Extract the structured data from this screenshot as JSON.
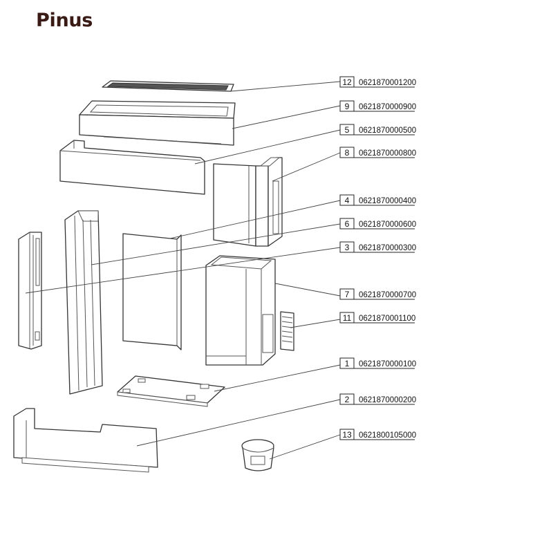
{
  "title": "Pinus",
  "parts": [
    {
      "number": "12",
      "code": "0621870001200"
    },
    {
      "number": "9",
      "code": "0621870000900"
    },
    {
      "number": "5",
      "code": "0621870000500"
    },
    {
      "number": "8",
      "code": "0621870000800"
    },
    {
      "number": "4",
      "code": "0621870000400"
    },
    {
      "number": "6",
      "code": "0621870000600"
    },
    {
      "number": "3",
      "code": "0621870000300"
    },
    {
      "number": "7",
      "code": "0621870000700"
    },
    {
      "number": "11",
      "code": "0621870001100"
    },
    {
      "number": "1",
      "code": "0621870000100"
    },
    {
      "number": "2",
      "code": "0621870000200"
    },
    {
      "number": "13",
      "code": "0621800105000"
    }
  ]
}
